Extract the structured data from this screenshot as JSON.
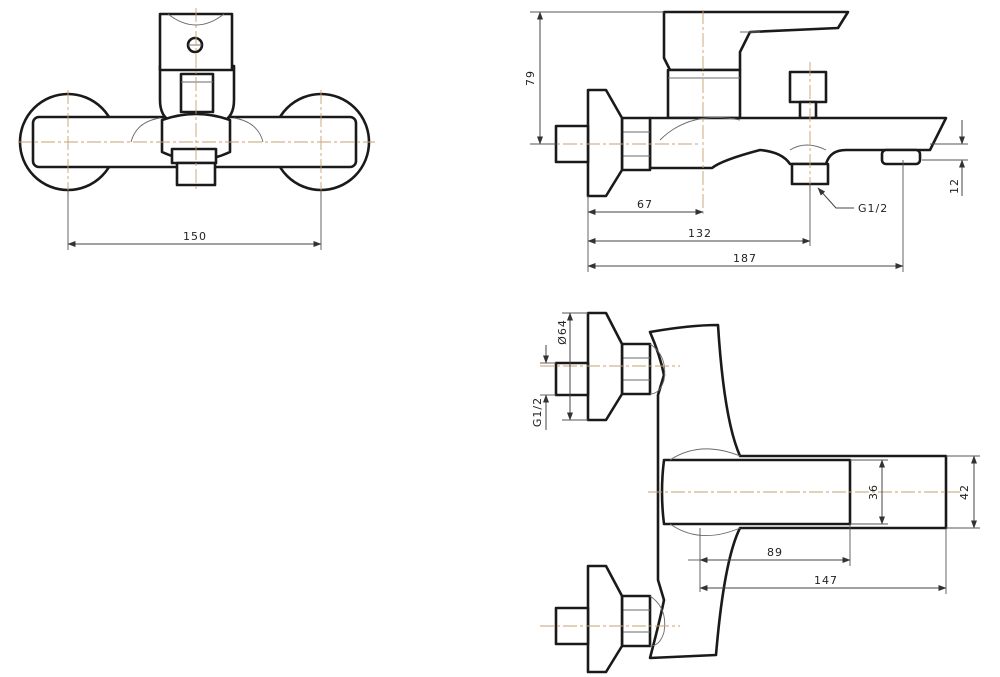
{
  "dimensions": {
    "front_width": "150",
    "side_height": "79",
    "side_67": "67",
    "side_132": "132",
    "side_187": "187",
    "side_12": "12",
    "side_thread": "G1/2",
    "top_dia": "Ø64",
    "top_thread": "G1/2",
    "top_36": "36",
    "top_42": "42",
    "top_89": "89",
    "top_147": "147"
  },
  "colors": {
    "outline": "#1a1a1a",
    "centerline": "#c8a070",
    "dimension": "#444444"
  }
}
